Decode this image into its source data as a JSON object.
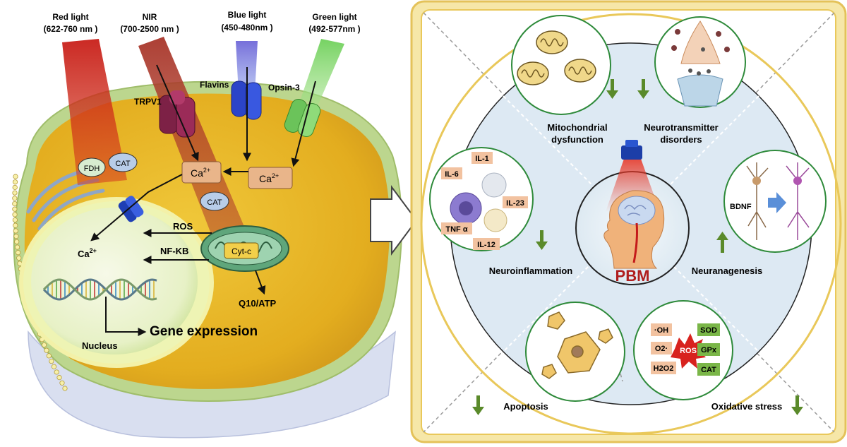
{
  "left_panel": {
    "lights": [
      {
        "name": "Red light",
        "range": "(622-760 nm )"
      },
      {
        "name": "NIR",
        "range": "(700-2500 nm )"
      },
      {
        "name": "Blue light",
        "range": "(450-480nm )"
      },
      {
        "name": "Green light",
        "range": "(492-577nm )"
      }
    ],
    "receptors": {
      "trpv1": "TRPV1",
      "flavins": "Flavins",
      "opsin": "Opsin-3"
    },
    "enzymes": {
      "fdh": "FDH",
      "cat_top": "CAT",
      "cat_mid": "CAT"
    },
    "ca_main": "Ca",
    "ca_sup": "2+",
    "ros": "ROS",
    "nfkb": "NF-KB",
    "cytc": "Cyt-c",
    "q10": "Q10/ATP",
    "gene_expression": "Gene expression",
    "nucleus": "Nucleus"
  },
  "right_panel": {
    "center": "PBM",
    "mito": {
      "line1": "Mitochondrial",
      "line2": "dysfunction"
    },
    "neurotrans": {
      "line1": "Neurotransmitter",
      "line2": "disorders"
    },
    "neuroinflammation": "Neuroinflammation",
    "neuranagenesis": "Neuranagenesis",
    "apoptosis": "Apoptosis",
    "oxidative": "Oxidative stress",
    "cytokines": [
      "IL-1",
      "IL-6",
      "IL-23",
      "TNF α",
      "IL-12"
    ],
    "bdnf": "BDNF",
    "ox_left": [
      "·OH",
      "O2·",
      "H2O2"
    ],
    "ox_right": [
      "SOD",
      "GPx",
      "CAT"
    ],
    "ros_burst": "ROS"
  },
  "colors": {
    "cytoplasm": "#e7b523",
    "membrane": "#b9d48c",
    "red_beam": "#d8251f",
    "nir_beam": "#b54528",
    "blue_beam": "#4f5fd0",
    "green_beam": "#7cd25f",
    "arrow_green": "#5a8a2a",
    "panel_frame": "#e9c34e",
    "pbm_red": "#b01e1e"
  }
}
